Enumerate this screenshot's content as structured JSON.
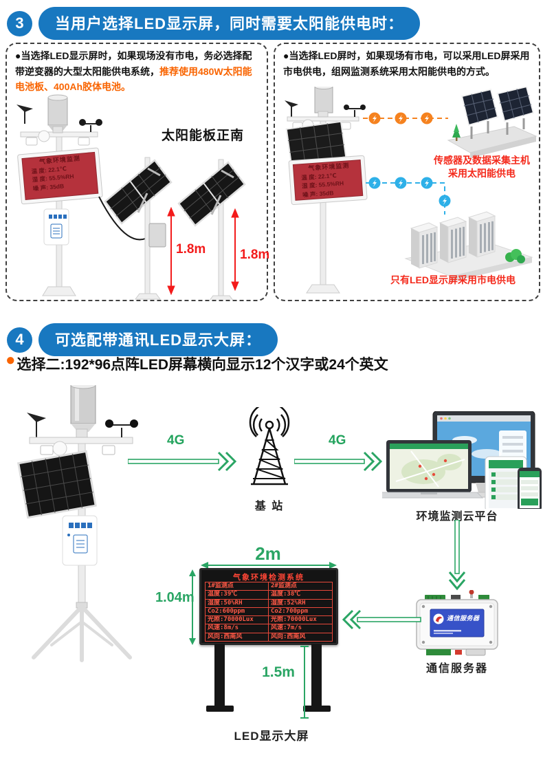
{
  "colors": {
    "header_blue": "#1878c0",
    "highlight_orange": "#f96400",
    "caption_red": "#f42a1c",
    "diagram_green": "#2aa564",
    "power_line_orange": "#f5821f",
    "power_line_blue": "#2eb0e8",
    "led_text_red": "#ff5a47"
  },
  "section3": {
    "badge": "3",
    "title": "当用户选择LED显示屏，同时需要太阳能供电时：",
    "left_box": {
      "bullet": "●",
      "text_black": "当选择LED显示屏时，如果现场没有市电，务必选择配带逆变器的大型太阳能供电系统，",
      "text_orange": "推荐使用480W太阳能电池板、400Ah胶体电池。",
      "panel_direction_label": "太阳能板正南",
      "pole1_height": "1.8m",
      "pole2_height": "1.8m",
      "led_screen": {
        "title": "气象环境监测",
        "line1": "温 度: 22.1℃",
        "line2": "湿 度: 55.5%RH",
        "line3": "噪 声: 35dB"
      }
    },
    "right_box": {
      "bullet": "●",
      "text": "当选择LED屏时，如果现场有市电，可以采用LED屏采用市电供电，组网监测系统采用太阳能供电的方式。",
      "solar_caption_line1": "传感器及数据采集主机",
      "solar_caption_line2": "采用太阳能供电",
      "mains_caption": "只有LED显示屏采用市电供电",
      "led_screen": {
        "title": "气象环境监测",
        "line1": "温 度: 22.1℃",
        "line2": "湿 度: 55.5%RH",
        "line3": "噪 声: 35dB"
      }
    }
  },
  "section4": {
    "badge": "4",
    "title": "可选配带通讯LED显示大屏：",
    "subtitle_bullet": "●",
    "subtitle": "选择二:192*96点阵LED屏幕横向显示12个汉字或24个英文",
    "link1_label": "4G",
    "link2_label": "4G",
    "base_station_label": "基 站",
    "cloud_platform_label": "环境监测云平台",
    "comm_server_label": "通信服务器",
    "comm_server_device_label": "通信服务器",
    "led_big_screen_label": "LED显示大屏",
    "dim_width": "2m",
    "dim_height": "1.04m",
    "dim_pole": "1.5m",
    "led_screen": {
      "title": "气象环境检测系统",
      "col1": {
        "header": "1#监测点",
        "rows": [
          "温度:39℃",
          "湿度:50%RH",
          "Co2:600ppm",
          "光照:70000Lux",
          "风速:8m/s",
          "风向:西南风"
        ]
      },
      "col2": {
        "header": "2#监测点",
        "rows": [
          "温度:38℃",
          "湿度:52%RH",
          "Co2:700ppm",
          "光照:70000Lux",
          "风速:7m/s",
          "风向:西南风"
        ]
      }
    }
  }
}
